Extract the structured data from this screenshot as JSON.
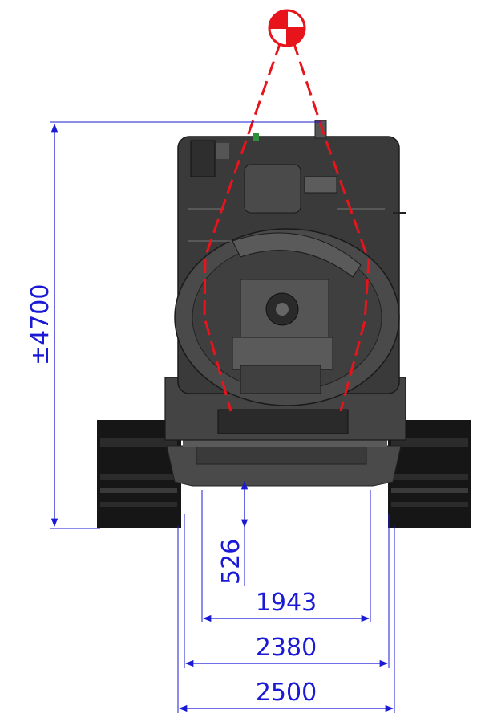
{
  "dimensions": {
    "height_label": "±4700",
    "ground_clearance_label": "526",
    "inner_track_label": "1943",
    "track_width_label": "2380",
    "overall_width_label": "2500"
  },
  "colors": {
    "dimension": "#1a1ad6",
    "lifting_rope": "#e8141c",
    "machine_body": "#3d3d3d",
    "machine_dark": "#151515",
    "machine_mid": "#5a5a5a",
    "background": "#ffffff"
  },
  "icons": {
    "center_of_gravity": "center-of-gravity-symbol"
  }
}
